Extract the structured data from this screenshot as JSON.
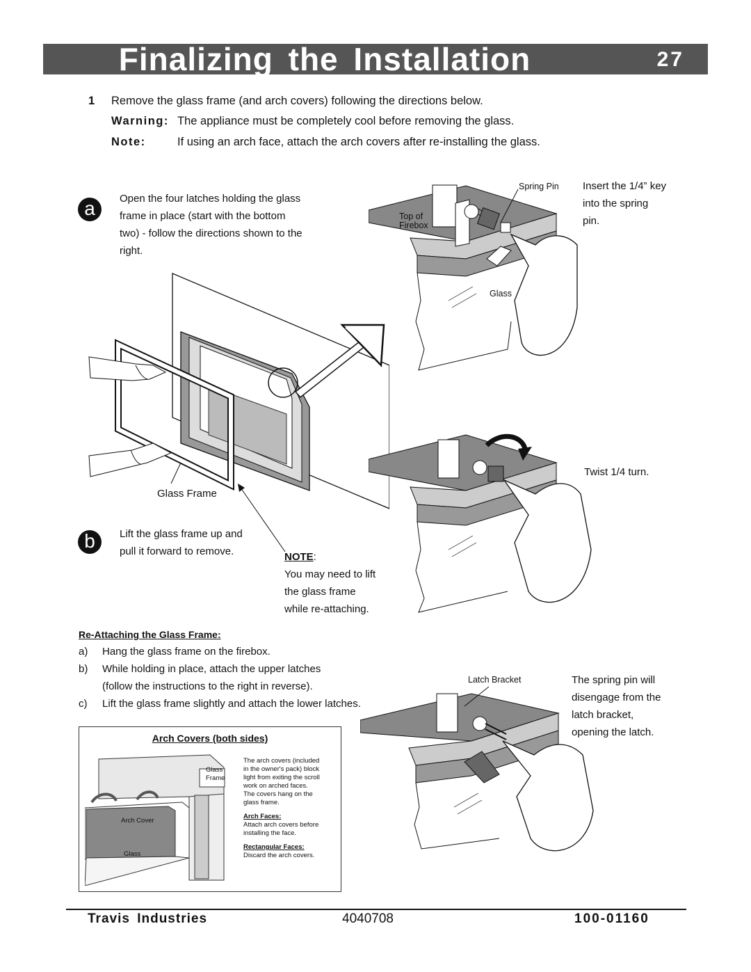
{
  "header": {
    "title": "Finalizing the Installation",
    "page_number": "27"
  },
  "intro": {
    "step_num": "1",
    "step_text": "Remove the glass frame (and arch covers) following the directions below.",
    "warning_label": "Warning:",
    "warning_text": "The appliance must be completely cool before removing the glass.",
    "note_label": "Note:",
    "note_text": "If using an arch face, attach the arch covers after re-installing the glass."
  },
  "step_a": {
    "marker": "a",
    "lines": [
      "Open the four latches holding the glass",
      "frame in place (start with the bottom",
      "two) - follow the directions shown to the",
      "right."
    ]
  },
  "step_b": {
    "marker": "b",
    "lines": [
      "Lift the glass frame up and",
      "pull it forward to remove."
    ]
  },
  "labels": {
    "glass_frame": "Glass Frame",
    "spring_pin": "Spring Pin",
    "top_of_firebox": [
      "Top of",
      "Firebox"
    ],
    "glass": "Glass",
    "latch_bracket": "Latch Bracket"
  },
  "callouts": {
    "insert": [
      "Insert the 1/4” key",
      "into the spring",
      "pin."
    ],
    "twist": "Twist 1/4 turn.",
    "disengage": [
      "The spring pin will",
      "disengage from the",
      "latch bracket,",
      "opening the latch."
    ]
  },
  "note_block": {
    "label": "NOTE",
    "colon": ":",
    "lines": [
      "You may need to lift",
      "the glass frame",
      "while re-attaching."
    ]
  },
  "reattach": {
    "heading": "Re-Attaching the Glass Frame:",
    "items": [
      {
        "marker": "a)",
        "lines": [
          "Hang the glass frame on the firebox."
        ]
      },
      {
        "marker": "b)",
        "lines": [
          "While holding in place, attach the upper latches",
          "(follow the instructions to the right in reverse)."
        ]
      },
      {
        "marker": "c)",
        "lines": [
          "Lift the glass frame slightly and attach the lower latches."
        ]
      }
    ]
  },
  "arch_box": {
    "title": "Arch Covers (both sides)",
    "glass_frame_label": [
      "Glass",
      "Frame"
    ],
    "arch_cover_label": "Arch Cover",
    "glass_label": "Glass",
    "desc": [
      "The arch covers (included",
      "in the owner's pack) block",
      "light from exiting the scroll",
      "work on arched faces.",
      "The covers hang on the",
      "glass frame."
    ],
    "arch_faces_heading": "Arch Faces:",
    "arch_faces_text": [
      "Attach arch covers before",
      "installing the face."
    ],
    "rect_faces_heading": "Rectangular Faces:",
    "rect_faces_text": "Discard the arch covers."
  },
  "footer": {
    "company": "Travis Industries",
    "doc_number": "4040708",
    "part_number": "100-01160"
  }
}
